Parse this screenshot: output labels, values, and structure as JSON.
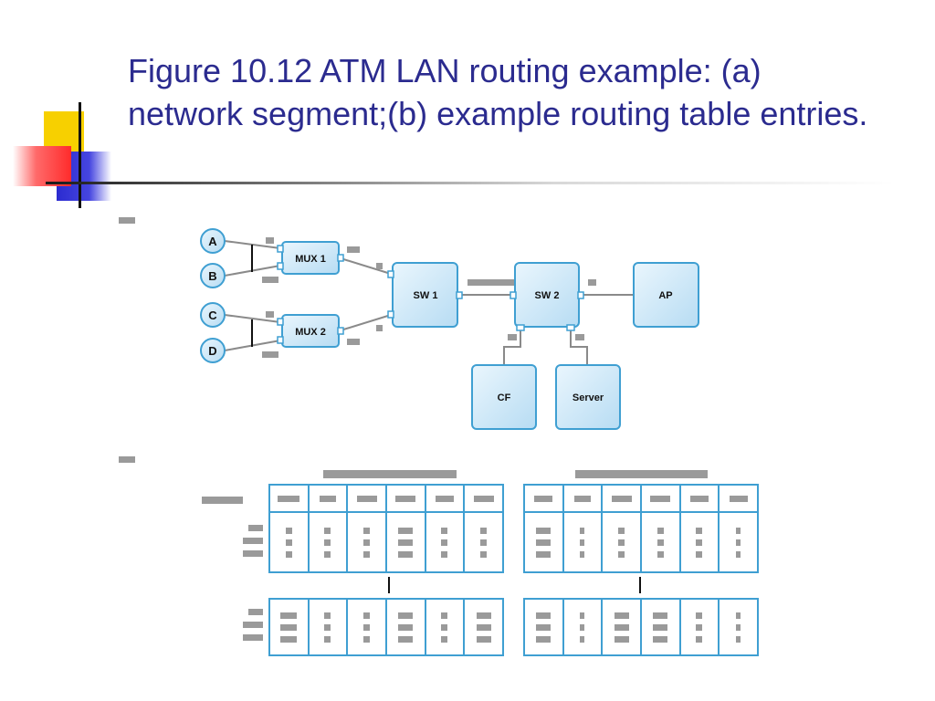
{
  "slide": {
    "title": "Figure 10.12 ATM LAN routing example: (a) network segment;(b) example routing table entries."
  },
  "diagram": {
    "hosts": [
      "A",
      "B",
      "C",
      "D"
    ],
    "muxes": [
      "MUX 1",
      "MUX 2"
    ],
    "switches": [
      "SW 1",
      "SW 2"
    ],
    "endpoints": [
      "AP",
      "CF",
      "Server"
    ]
  },
  "colors": {
    "title": "#2b2b8f",
    "box_fill": "#d4ebf8",
    "box_border": "#3f9fd2",
    "placeholder": "#9a9a9a",
    "deco_yellow": "#f7d000",
    "deco_red": "#ff3b3b",
    "deco_blue": "#3434d6"
  }
}
